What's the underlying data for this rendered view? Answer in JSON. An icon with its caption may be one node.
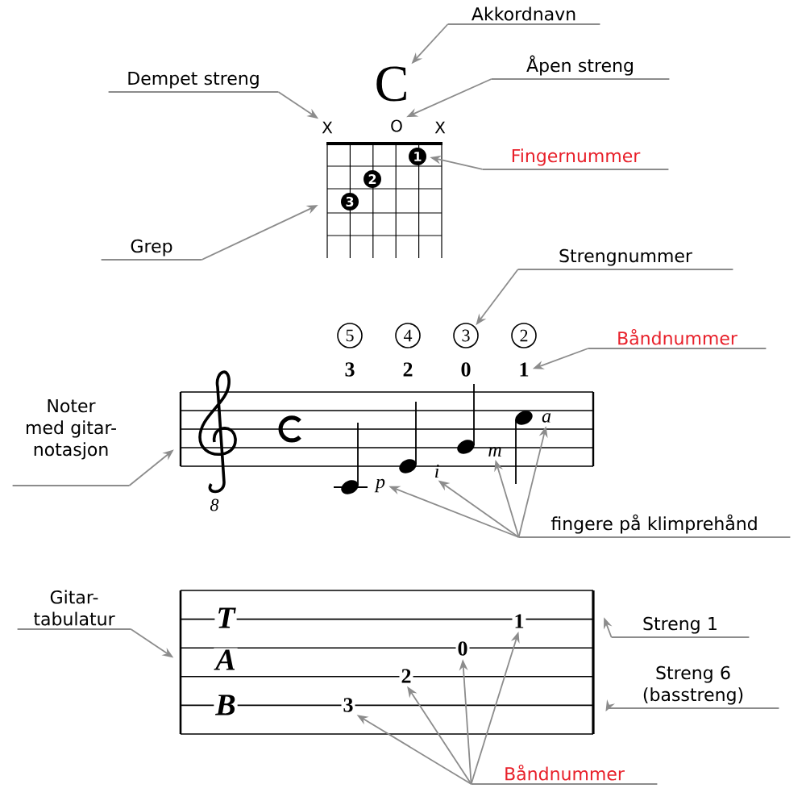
{
  "diagram": {
    "nodes": [
      {
        "text": [
          "Akkordnavn"
        ]
      },
      {
        "text": [
          "C"
        ]
      },
      {
        "text": [
          "Dempet streng"
        ]
      },
      {
        "text": [
          "X"
        ]
      },
      {
        "text": [
          "Åpen streng"
        ]
      },
      {
        "text": [
          "O"
        ]
      },
      {
        "text": [
          "Fingernummer"
        ]
      },
      {
        "text": [],
        "shape": "grid"
      },
      {
        "text": [
          "1"
        ],
        "in": 7
      },
      {
        "text": [
          "2"
        ],
        "in": 7
      },
      {
        "text": [
          "3"
        ],
        "in": 7
      },
      {
        "text": [
          "Grep"
        ]
      },
      {
        "text": [
          "Strengnummer"
        ]
      },
      {
        "text": [
          "5"
        ]
      },
      {
        "text": [
          "4"
        ]
      },
      {
        "text": [
          "3"
        ]
      },
      {
        "text": [
          "2"
        ]
      },
      {
        "text": [
          "Båndnummer"
        ]
      },
      {
        "text": [
          "1"
        ]
      },
      {
        "text": [
          "Noter med gitar- notasjon"
        ]
      },
      {
        "text": [],
        "shape": "staff",
        "beside": [
          "8"
        ]
      },
      {
        "text": [
          "p"
        ]
      },
      {
        "text": [
          "i"
        ],
        "in": 20
      },
      {
        "text": [
          "m"
        ],
        "in": 20
      },
      {
        "text": [
          "a"
        ],
        "in": 20
      },
      {
        "text": [
          "fingere på klimprehånd"
        ]
      },
      {
        "text": [
          "Gitar- tabulatur"
        ]
      },
      {
        "text": [],
        "shape": "staff"
      },
      {
        "text": [
          "1"
        ],
        "in": 27
      },
      {
        "text": [
          "0"
        ],
        "in": 27
      },
      {
        "text": [
          "2"
        ],
        "in": 27
      },
      {
        "text": [
          "3"
        ],
        "in": 27
      },
      {
        "text": [
          "Streng 1"
        ]
      },
      {
        "text": [
          "Streng 6 (basstreng)"
        ]
      },
      {
        "text": [
          "Båndnummer"
        ]
      }
    ],
    "edges": [
      {
        "from": 0,
        "to": 1,
        "arrow": "to"
      },
      {
        "from": 2,
        "to": 3,
        "arrow": "to"
      },
      {
        "from": 4,
        "to": 5,
        "arrow": "to"
      },
      {
        "from": 6,
        "to": 8,
        "arrow": "to"
      },
      {
        "from": 11,
        "to": 7,
        "arrow": "to"
      },
      {
        "from": 12,
        "to": 15,
        "arrow": "to"
      },
      {
        "from": 17,
        "to": 18,
        "arrow": "to"
      },
      {
        "from": 19,
        "to": 20,
        "arrow": "to"
      },
      {
        "from": 25,
        "to": 21,
        "arrow": "to"
      },
      {
        "from": 25,
        "to": 22,
        "arrow": "to"
      },
      {
        "from": 25,
        "to": 23,
        "arrow": "to"
      },
      {
        "from": 25,
        "to": 24,
        "arrow": "to"
      },
      {
        "from": 26,
        "to": 27,
        "arrow": "to"
      },
      {
        "from": 32,
        "to": 27,
        "arrow": "to"
      },
      {
        "from": 33,
        "to": 27,
        "arrow": "to"
      },
      {
        "from": 34,
        "to": 31,
        "arrow": "to"
      },
      {
        "from": 34,
        "to": 30,
        "arrow": "to"
      },
      {
        "from": 34,
        "to": 29,
        "arrow": "to"
      },
      {
        "from": 34,
        "to": 28,
        "arrow": "to"
      }
    ],
    "labels": [
      "X",
      "3",
      "2",
      "0",
      "T",
      "A",
      "B"
    ]
  }
}
